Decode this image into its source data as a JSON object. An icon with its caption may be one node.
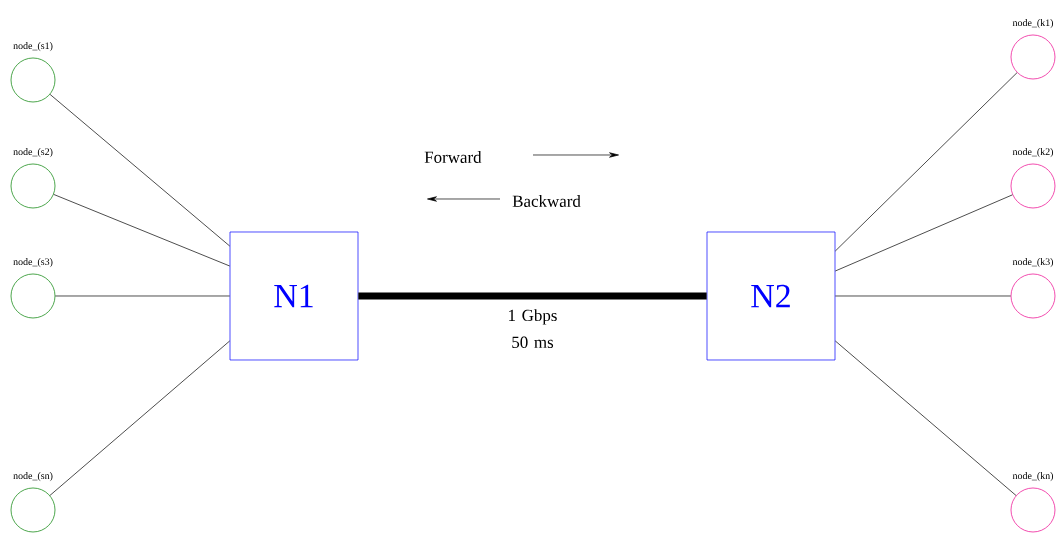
{
  "diagram": {
    "nodes": [
      {
        "text": [
          "node_(s1)"
        ]
      },
      {
        "text": [
          "node_(s2)"
        ]
      },
      {
        "text": [
          "node_(s3)"
        ]
      },
      {
        "text": [
          "node_(sn)"
        ]
      },
      {
        "text": [
          "N1"
        ]
      },
      {
        "text": [
          "N2"
        ]
      },
      {
        "text": [
          "node_(k1)"
        ]
      },
      {
        "text": [
          "node_(k2)"
        ]
      },
      {
        "text": [
          "node_(k3)"
        ]
      },
      {
        "text": [
          "node_(kn)"
        ]
      }
    ],
    "edges": [
      {
        "from": 0,
        "to": 4,
        "arrow": "none"
      },
      {
        "from": 1,
        "to": 4,
        "arrow": "none"
      },
      {
        "from": 2,
        "to": 4,
        "arrow": "none"
      },
      {
        "from": 3,
        "to": 4,
        "arrow": "none"
      },
      {
        "from": 4,
        "to": 5,
        "arrow": "none",
        "style": "thick",
        "label": "1 Gbps 50 ms"
      },
      {
        "from": 5,
        "to": 6,
        "arrow": "none"
      },
      {
        "from": 5,
        "to": 7,
        "arrow": "none"
      },
      {
        "from": 5,
        "to": 8,
        "arrow": "none"
      },
      {
        "from": 5,
        "to": 9,
        "arrow": "none"
      }
    ],
    "labels": [
      "Forward",
      "Backward"
    ]
  }
}
